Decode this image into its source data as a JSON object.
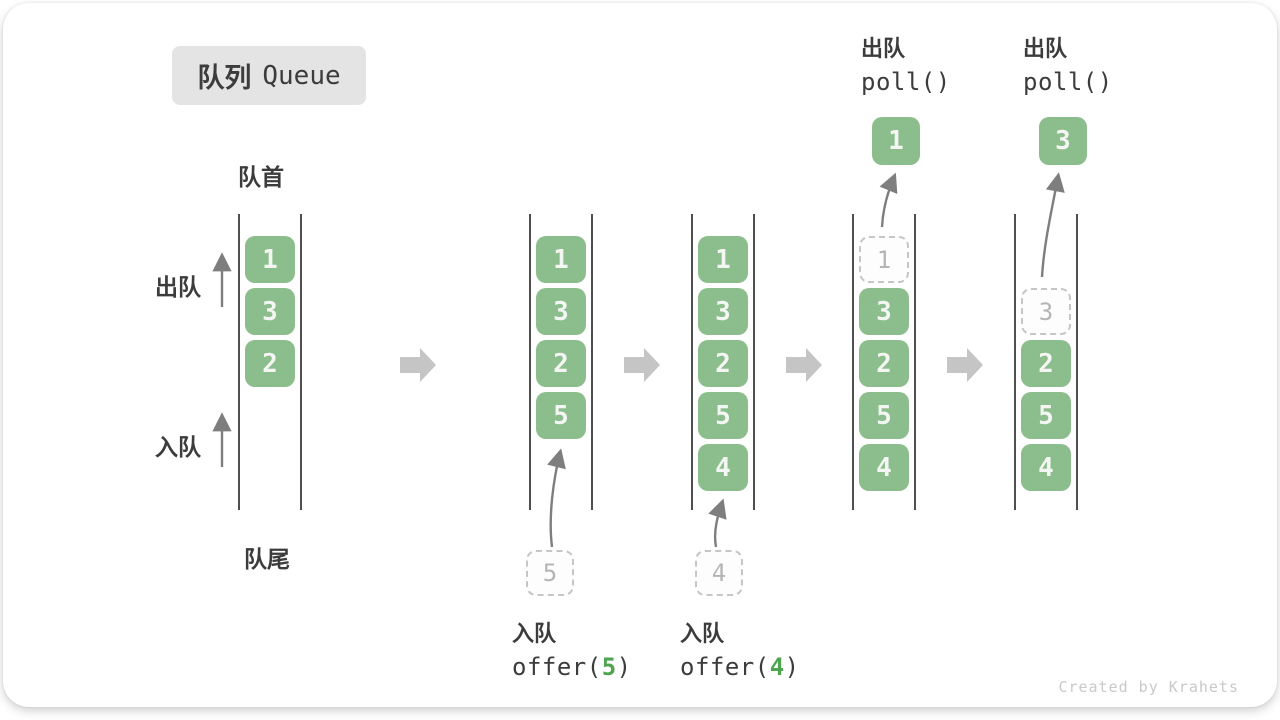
{
  "title": {
    "zh": "队列",
    "en": "Queue"
  },
  "side": {
    "head": "队首",
    "tail": "队尾",
    "dequeue": "出队",
    "enqueue": "入队"
  },
  "queues": [
    {
      "slots": [
        "1",
        "3",
        "2"
      ]
    },
    {
      "slots": [
        "1",
        "3",
        "2",
        "5"
      ],
      "staged": "5"
    },
    {
      "slots": [
        "1",
        "3",
        "2",
        "5",
        "4"
      ],
      "staged": "4"
    },
    {
      "ghost": "1",
      "slots": [
        "3",
        "2",
        "5",
        "4"
      ],
      "popped": "1"
    },
    {
      "ghost": "3",
      "slots": [
        "2",
        "5",
        "4"
      ],
      "popped": "3"
    }
  ],
  "ops": {
    "enqueue5": {
      "label": "入队",
      "fn": "offer(",
      "arg": "5",
      "close": ")"
    },
    "enqueue4": {
      "label": "入队",
      "fn": "offer(",
      "arg": "4",
      "close": ")"
    },
    "poll1": {
      "label": "出队",
      "code": "poll()"
    },
    "poll2": {
      "label": "出队",
      "code": "poll()"
    }
  },
  "watermark": "Created by Krahets",
  "colors": {
    "box_green": "#8cbd8c",
    "code_green": "#4fa44f",
    "line": "#4f4f4f",
    "text_dark": "#3c3c3c",
    "badge_bg": "#e4e4e4",
    "block_arrow": "#c5c5c5",
    "thin_arrow": "#7e7e7e",
    "ghost_border": "#c6c6c6",
    "ghost_text": "#b5b5b5",
    "watermark": "#c9c9c9"
  }
}
